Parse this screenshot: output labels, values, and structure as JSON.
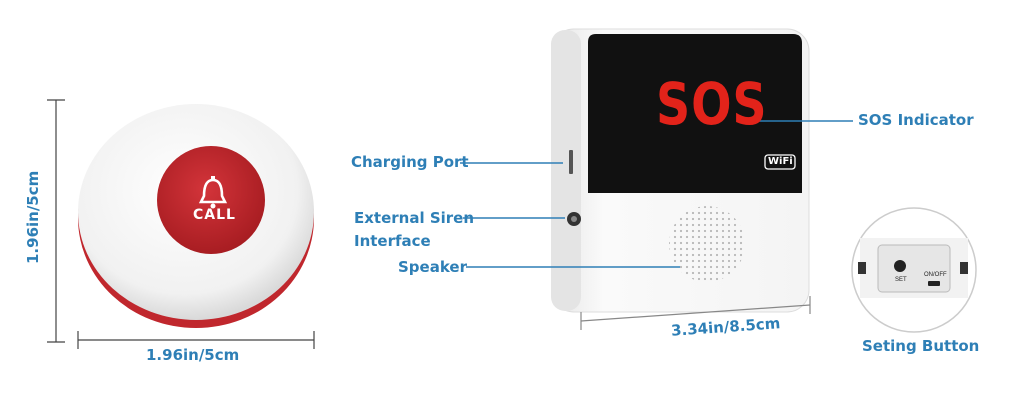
{
  "call_button": {
    "text": "CALL",
    "height_label": "1.96in/5cm",
    "width_label": "1.96in/5cm"
  },
  "receiver": {
    "display_text": "SOS",
    "wifi_text": "WiFi",
    "width_label": "3.34in/8.5cm",
    "callouts": {
      "sos_indicator": "SOS Indicator",
      "charging_port": "Charging Port",
      "external_siren_line1": "External Siren",
      "external_siren_line2": "Interface",
      "speaker": "Speaker"
    }
  },
  "inset": {
    "set_label": "SET",
    "onoff_label": "ON/OFF",
    "caption": "Seting Button"
  },
  "colors": {
    "accent": "#2e7fb6",
    "button_red": "#c0272d",
    "display_black": "#111111",
    "sos_red": "#e2231a"
  }
}
